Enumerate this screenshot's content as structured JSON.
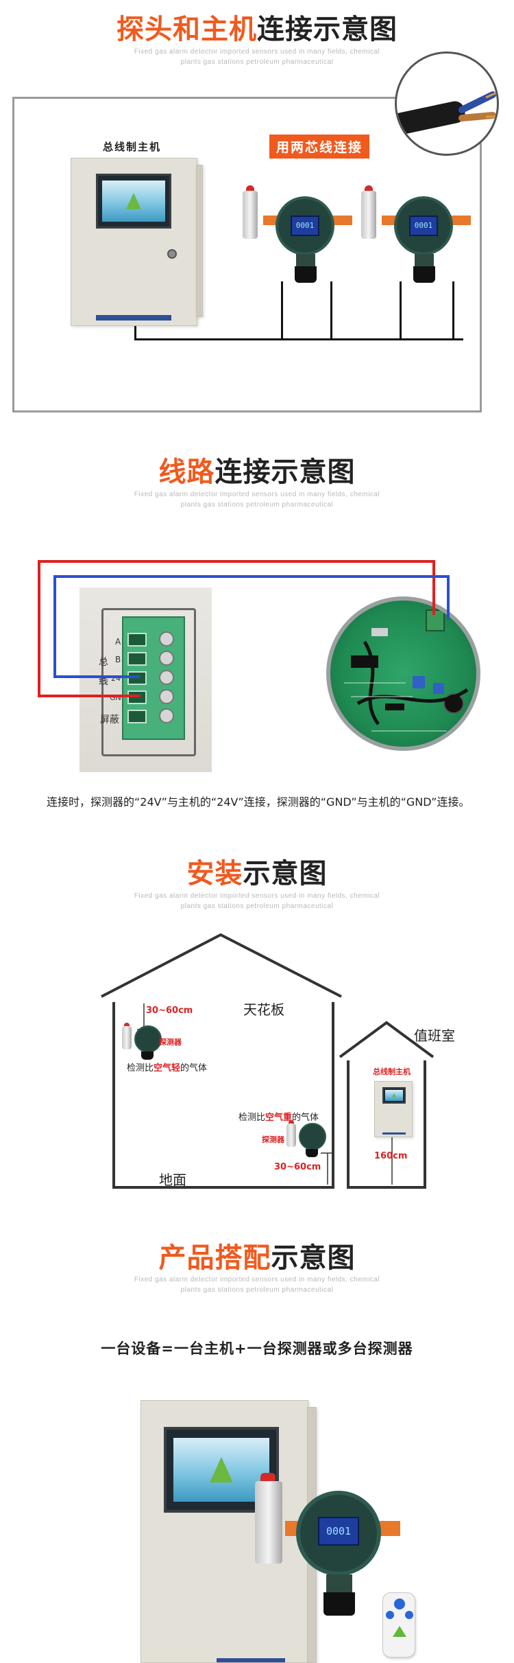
{
  "section1": {
    "title_highlight": "探头和主机",
    "title_rest": "连接示意图",
    "subtitle_line1": "Fixed gas alarm detector imported sensors used in many fields, chemical",
    "subtitle_line2": "plants gas stations petroleum pharmaceutical",
    "controller_label": "总线制主机",
    "connection_tag": "用两芯线连接",
    "detector_readout": "0001"
  },
  "section2": {
    "title_highlight": "线路",
    "title_rest": "连接示意图",
    "subtitle_line1": "Fixed gas alarm detector imported sensors used in many fields, chemical",
    "subtitle_line2": "plants gas stations petroleum pharmaceutical",
    "terminal_labels": [
      "A",
      "B",
      "24V",
      "GND"
    ],
    "terminal_side_labels": [
      "总",
      "线",
      "屏蔽"
    ],
    "note": "连接时，探测器的“24V”与主机的“24V”连接，探测器的“GND”与主机的“GND”连接。"
  },
  "section3": {
    "title_highlight": "安装",
    "title_rest": "示意图",
    "subtitle_line1": "Fixed gas alarm detector imported sensors used in many fields, chemical",
    "subtitle_line2": "plants gas stations petroleum pharmaceutical",
    "ceiling": "天花板",
    "floor": "地面",
    "duty_room": "值班室",
    "top_distance": "30~60cm",
    "bottom_distance": "30~60cm",
    "detector_label_1": "探测器",
    "detector_label_2": "探测器",
    "light_gas_prefix": "检测比",
    "light_gas_mid": "空气轻",
    "light_gas_suffix": "的气体",
    "heavy_gas_prefix": "检测比",
    "heavy_gas_mid": "空气重",
    "heavy_gas_suffix": "的气体",
    "controller_label": "总线制主机",
    "controller_height": "160cm"
  },
  "section4": {
    "title_highlight": "产品搭配",
    "title_rest": "示意图",
    "subtitle_line1": "Fixed gas alarm detector imported sensors used in many fields, chemical",
    "subtitle_line2": "plants gas stations petroleum pharmaceutical",
    "formula": "一台设备=一台主机+一台探测器或多台探测器",
    "detector_readout": "0001"
  },
  "colors": {
    "accent": "#f05a1e",
    "red": "#d22222",
    "blue": "#2a4fd0"
  }
}
